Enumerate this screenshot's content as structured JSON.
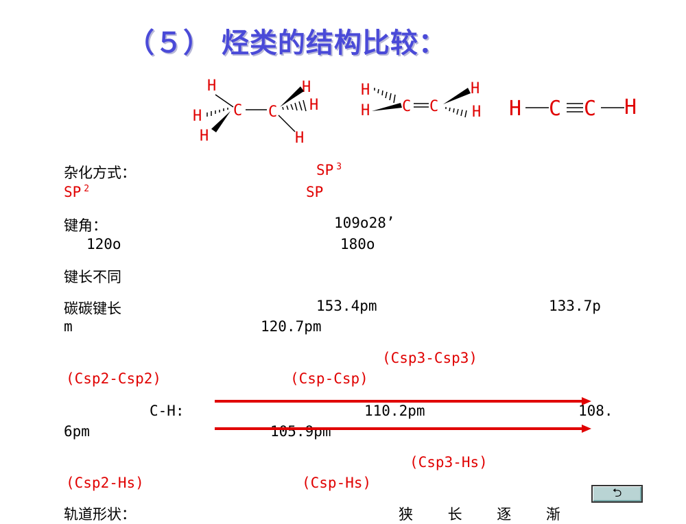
{
  "title": "（５） 烃类的结构比较：",
  "molecules": {
    "ethane": {
      "atoms": [
        "H",
        "H",
        "H",
        "C",
        "C",
        "H",
        "H",
        "H"
      ]
    },
    "ethylene": {
      "atoms": [
        "H",
        "H",
        "C",
        "C",
        "H",
        "H"
      ]
    },
    "acetylene": {
      "atoms": [
        "H",
        "C",
        "C",
        "H"
      ]
    }
  },
  "hybrid": {
    "label": "杂化方式：",
    "sp3": "SP",
    "sp3_sup": "3",
    "sp2": "SP",
    "sp2_sup": "2",
    "sp": "SP"
  },
  "angle": {
    "label": "键角：",
    "v1": "109o28’",
    "v2": "120o",
    "v3": "180o"
  },
  "bond_diff": "键长不同",
  "cc": {
    "label": "碳碳键长",
    "v1": "153.4pm",
    "v2a": "133.7p",
    "v2b": "m",
    "v3": "120.7pm"
  },
  "cc_types": {
    "t1": "(Csp3-Csp3)",
    "t2": "(Csp2-Csp2)",
    "t3": "(Csp-Csp)"
  },
  "ch": {
    "label": "C-H:",
    "v1": "110.2pm",
    "v2a": "108.",
    "v2b": "6pm",
    "v3": "105.9pm"
  },
  "ch_types": {
    "t1": "(Csp3-Hs)",
    "t2": "(Csp2-Hs)",
    "t3": "(Csp-Hs)"
  },
  "orbital": {
    "label": "轨道形状：",
    "trend": "狭 长 逐 渐"
  },
  "nav": {
    "return_icon": "return-arrow-icon",
    "return_glyph": "⮌"
  },
  "colors": {
    "title": "#4a4ad8",
    "red": "#e00000",
    "arrow": "#e00000"
  }
}
